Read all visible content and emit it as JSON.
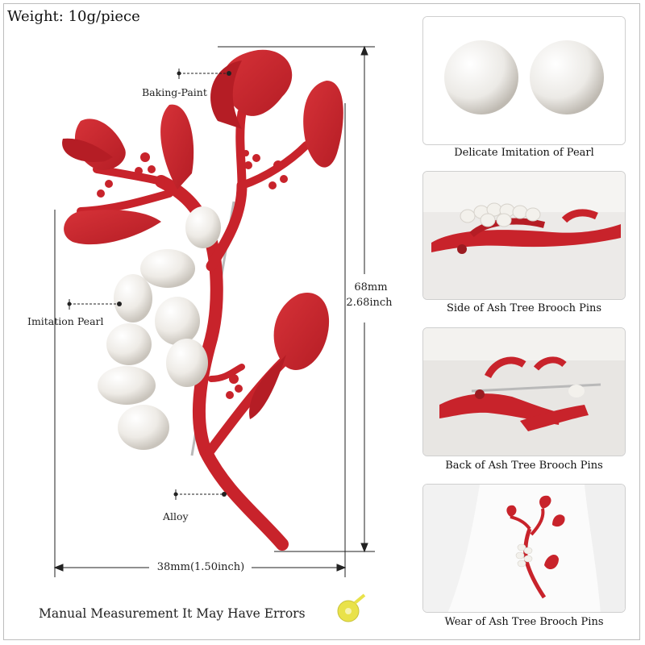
{
  "weight_text": "Weight: 10g/piece",
  "callouts": {
    "baking_paint": "Baking-Paint",
    "imitation_pearl": "Imitation Pearl",
    "alloy": "Alloy"
  },
  "dimensions": {
    "height_mm": "68mm",
    "height_inch": "2.68inch",
    "width": "38mm(1.50inch)"
  },
  "note": "Manual Measurement  It May Have Errors",
  "panels": [
    {
      "caption": "Delicate Imitation of Pearl"
    },
    {
      "caption": "Side of Ash Tree Brooch Pins"
    },
    {
      "caption": "Back of Ash Tree Brooch Pins"
    },
    {
      "caption": "Wear of Ash Tree Brooch Pins"
    }
  ],
  "colors": {
    "enamel_red": "#c8232b",
    "pearl": "#f4f2ee",
    "tape_yellow": "#e9e24a"
  },
  "icons": [
    "tape-measure-icon"
  ]
}
